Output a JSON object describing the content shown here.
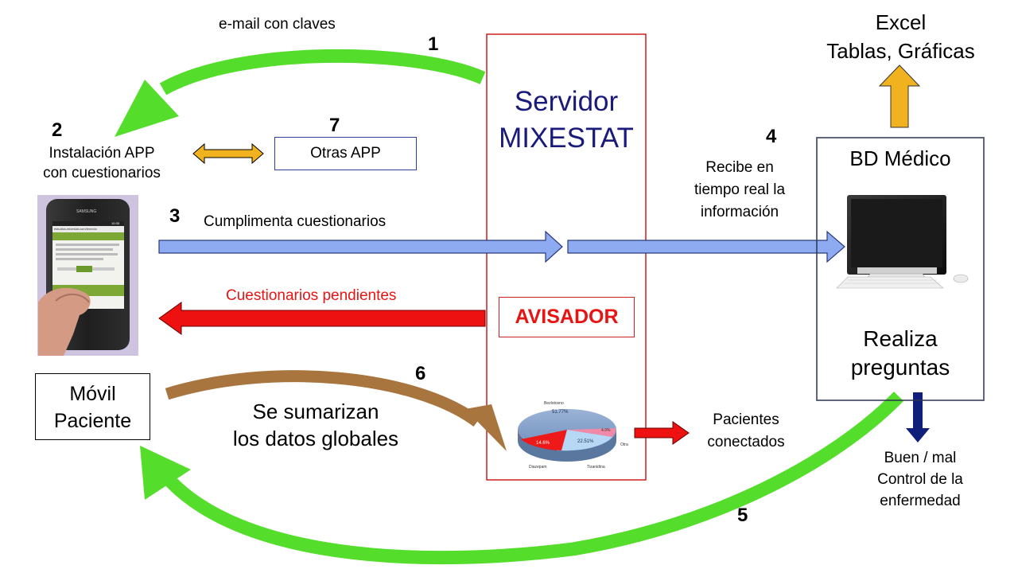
{
  "server": {
    "title_line1": "Servidor",
    "title_line2": "MIXESTAT",
    "alert_label": "AVISADOR"
  },
  "steps": {
    "s1": "1",
    "s2": "2",
    "s3": "3",
    "s4": "4",
    "s5": "5",
    "s6": "6",
    "s7": "7"
  },
  "email_label": "e-mail con claves",
  "install_label_line1": "Instalación APP",
  "install_label_line2": "con cuestionarios",
  "other_apps_label": "Otras APP",
  "fill_label": "Cumplimenta cuestionarios",
  "receive_label_line1": "Recibe en",
  "receive_label_line2": "tiempo real la",
  "receive_label_line3": "información",
  "pending_label": "Cuestionarios pendientes",
  "mobile_label_line1": "Móvil",
  "mobile_label_line2": "Paciente",
  "summary_label_line1": "Se sumarizan",
  "summary_label_line2": "los datos globales",
  "connected_label_line1": "Pacientes",
  "connected_label_line2": "conectados",
  "excel_label_line1": "Excel",
  "excel_label_line2": "Tablas, Gráficas",
  "doctor_db_label": "BD Médico",
  "asks_label_line1": "Realiza",
  "asks_label_line2": "preguntas",
  "control_label_line1": "Buen / mal",
  "control_label_line2": "Control de la",
  "control_label_line3": "enfermedad",
  "pie": {
    "labels": [
      "Bezlotoxno",
      "Diazepam",
      "Tizanidina",
      "Otra"
    ],
    "values": [
      "51.77%",
      "14.6%",
      "22.51%",
      "4.9%"
    ]
  },
  "phone_screen": {
    "url": "estudios.mixestat.com/tenecto",
    "carrier": "SAMSUNG",
    "time": "10:35"
  },
  "colors": {
    "green_arrow": "#55dd2c",
    "blue_arrow": "#8eaaf0",
    "red_arrow": "#ee1111",
    "brown_arrow": "#a8753f",
    "yellow_arrow": "#f0b21f",
    "navy_arrow": "#0f1f7a",
    "server_border": "#cc1f1f",
    "server_title": "#1a1a7a",
    "alert_red": "#e81414"
  }
}
